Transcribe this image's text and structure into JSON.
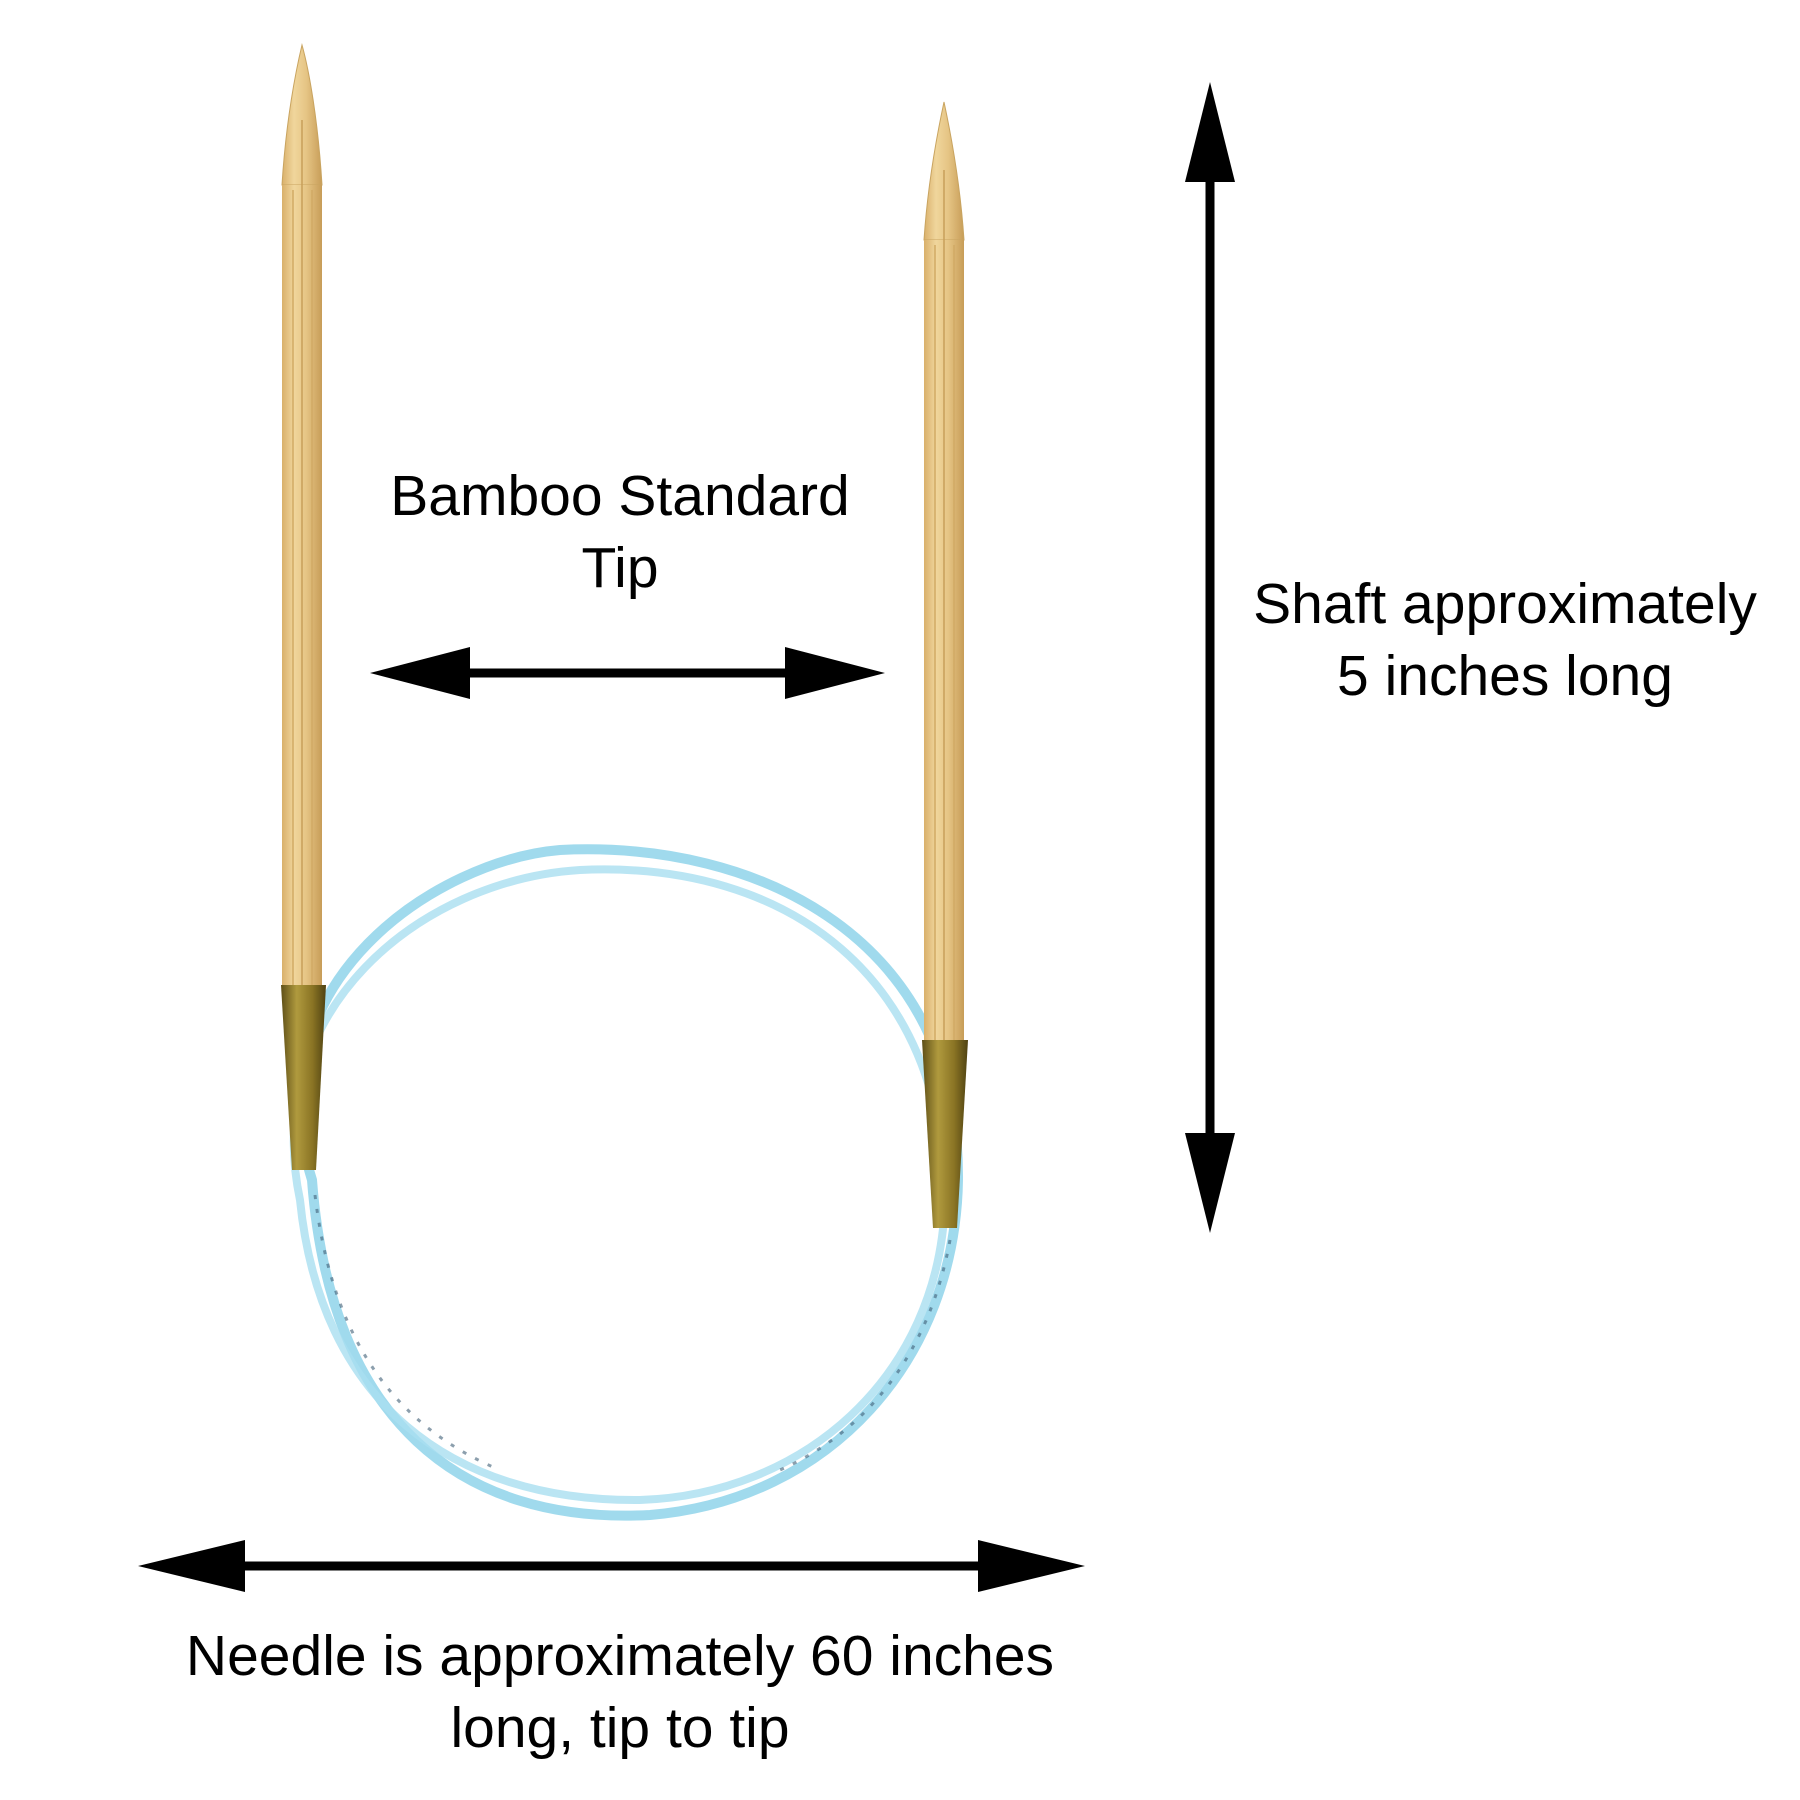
{
  "labels": {
    "tip": {
      "line1": "Bamboo Standard",
      "line2": "Tip"
    },
    "shaft": {
      "line1": "Shaft approximately",
      "line2": "5 inches long"
    },
    "length": {
      "line1": "Needle is approximately 60 inches",
      "line2": "long, tip to tip"
    }
  },
  "colors": {
    "bamboo": "#e8c989",
    "bamboo_shade": "#c9a460",
    "brass": "#8a7424",
    "cable": "#8fd3ea",
    "arrow": "#000000",
    "background": "#ffffff"
  }
}
